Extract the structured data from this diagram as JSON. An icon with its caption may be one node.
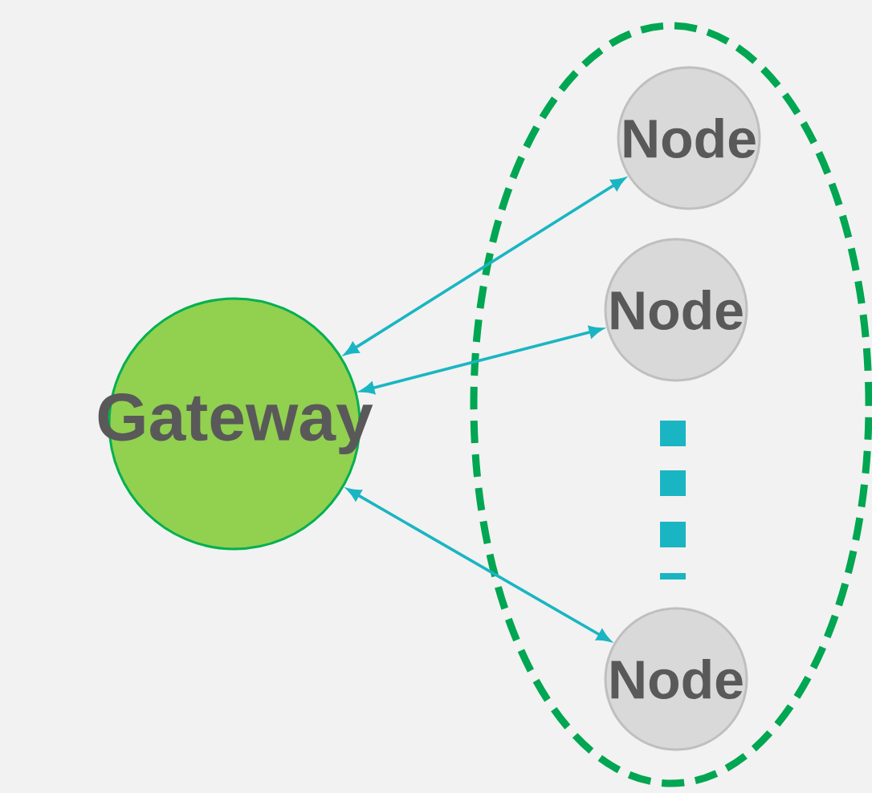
{
  "diagram": {
    "nodes": [
      {
        "text": [
          "Gateway"
        ]
      },
      {
        "text": [],
        "shape": "ellipse"
      },
      {
        "text": [
          "Node"
        ],
        "in": 1
      },
      {
        "text": [
          "Node"
        ],
        "in": 1
      },
      {
        "text": [
          "Node"
        ],
        "in": 1
      }
    ],
    "edges": [
      {
        "from": 0,
        "to": 2,
        "arrow": "both"
      },
      {
        "from": 0,
        "to": 3,
        "arrow": "both"
      },
      {
        "from": 0,
        "to": 4,
        "arrow": "both"
      }
    ]
  }
}
